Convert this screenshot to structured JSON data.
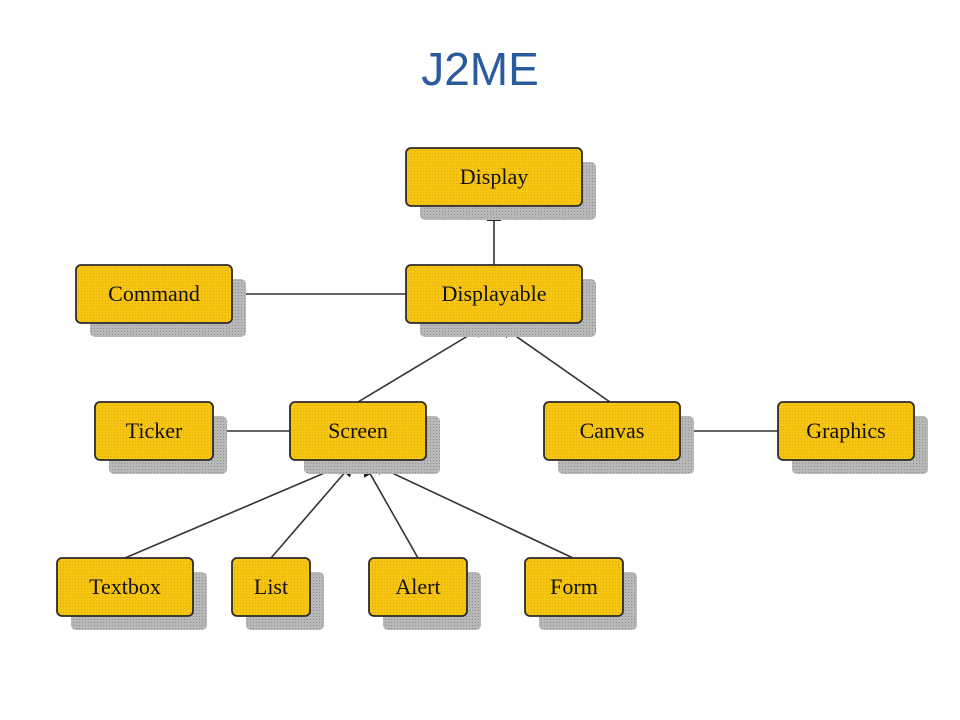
{
  "slide": {
    "title": "J2ME"
  },
  "diagram": {
    "nodes": [
      {
        "id": "display",
        "label": "Display"
      },
      {
        "id": "displayable",
        "label": "Displayable"
      },
      {
        "id": "command",
        "label": "Command"
      },
      {
        "id": "screen",
        "label": "Screen"
      },
      {
        "id": "ticker",
        "label": "Ticker"
      },
      {
        "id": "canvas",
        "label": "Canvas"
      },
      {
        "id": "graphics",
        "label": "Graphics"
      },
      {
        "id": "textbox",
        "label": "Textbox"
      },
      {
        "id": "list",
        "label": "List"
      },
      {
        "id": "alert",
        "label": "Alert"
      },
      {
        "id": "form",
        "label": "Form"
      }
    ],
    "edges": [
      {
        "from": "displayable",
        "to": "display",
        "kind": "inheritance"
      },
      {
        "from": "command",
        "to": "displayable",
        "kind": "association"
      },
      {
        "from": "screen",
        "to": "displayable",
        "kind": "inheritance"
      },
      {
        "from": "canvas",
        "to": "displayable",
        "kind": "inheritance"
      },
      {
        "from": "ticker",
        "to": "screen",
        "kind": "association"
      },
      {
        "from": "graphics",
        "to": "canvas",
        "kind": "association"
      },
      {
        "from": "textbox",
        "to": "screen",
        "kind": "inheritance"
      },
      {
        "from": "list",
        "to": "screen",
        "kind": "inheritance"
      },
      {
        "from": "alert",
        "to": "screen",
        "kind": "inheritance"
      },
      {
        "from": "form",
        "to": "screen",
        "kind": "inheritance"
      }
    ],
    "colors": {
      "box_fill": "#f6c512",
      "box_border": "#2b2b2b",
      "shadow": "#a9a9a9",
      "line": "#333333",
      "title": "#2a5b9c"
    }
  }
}
